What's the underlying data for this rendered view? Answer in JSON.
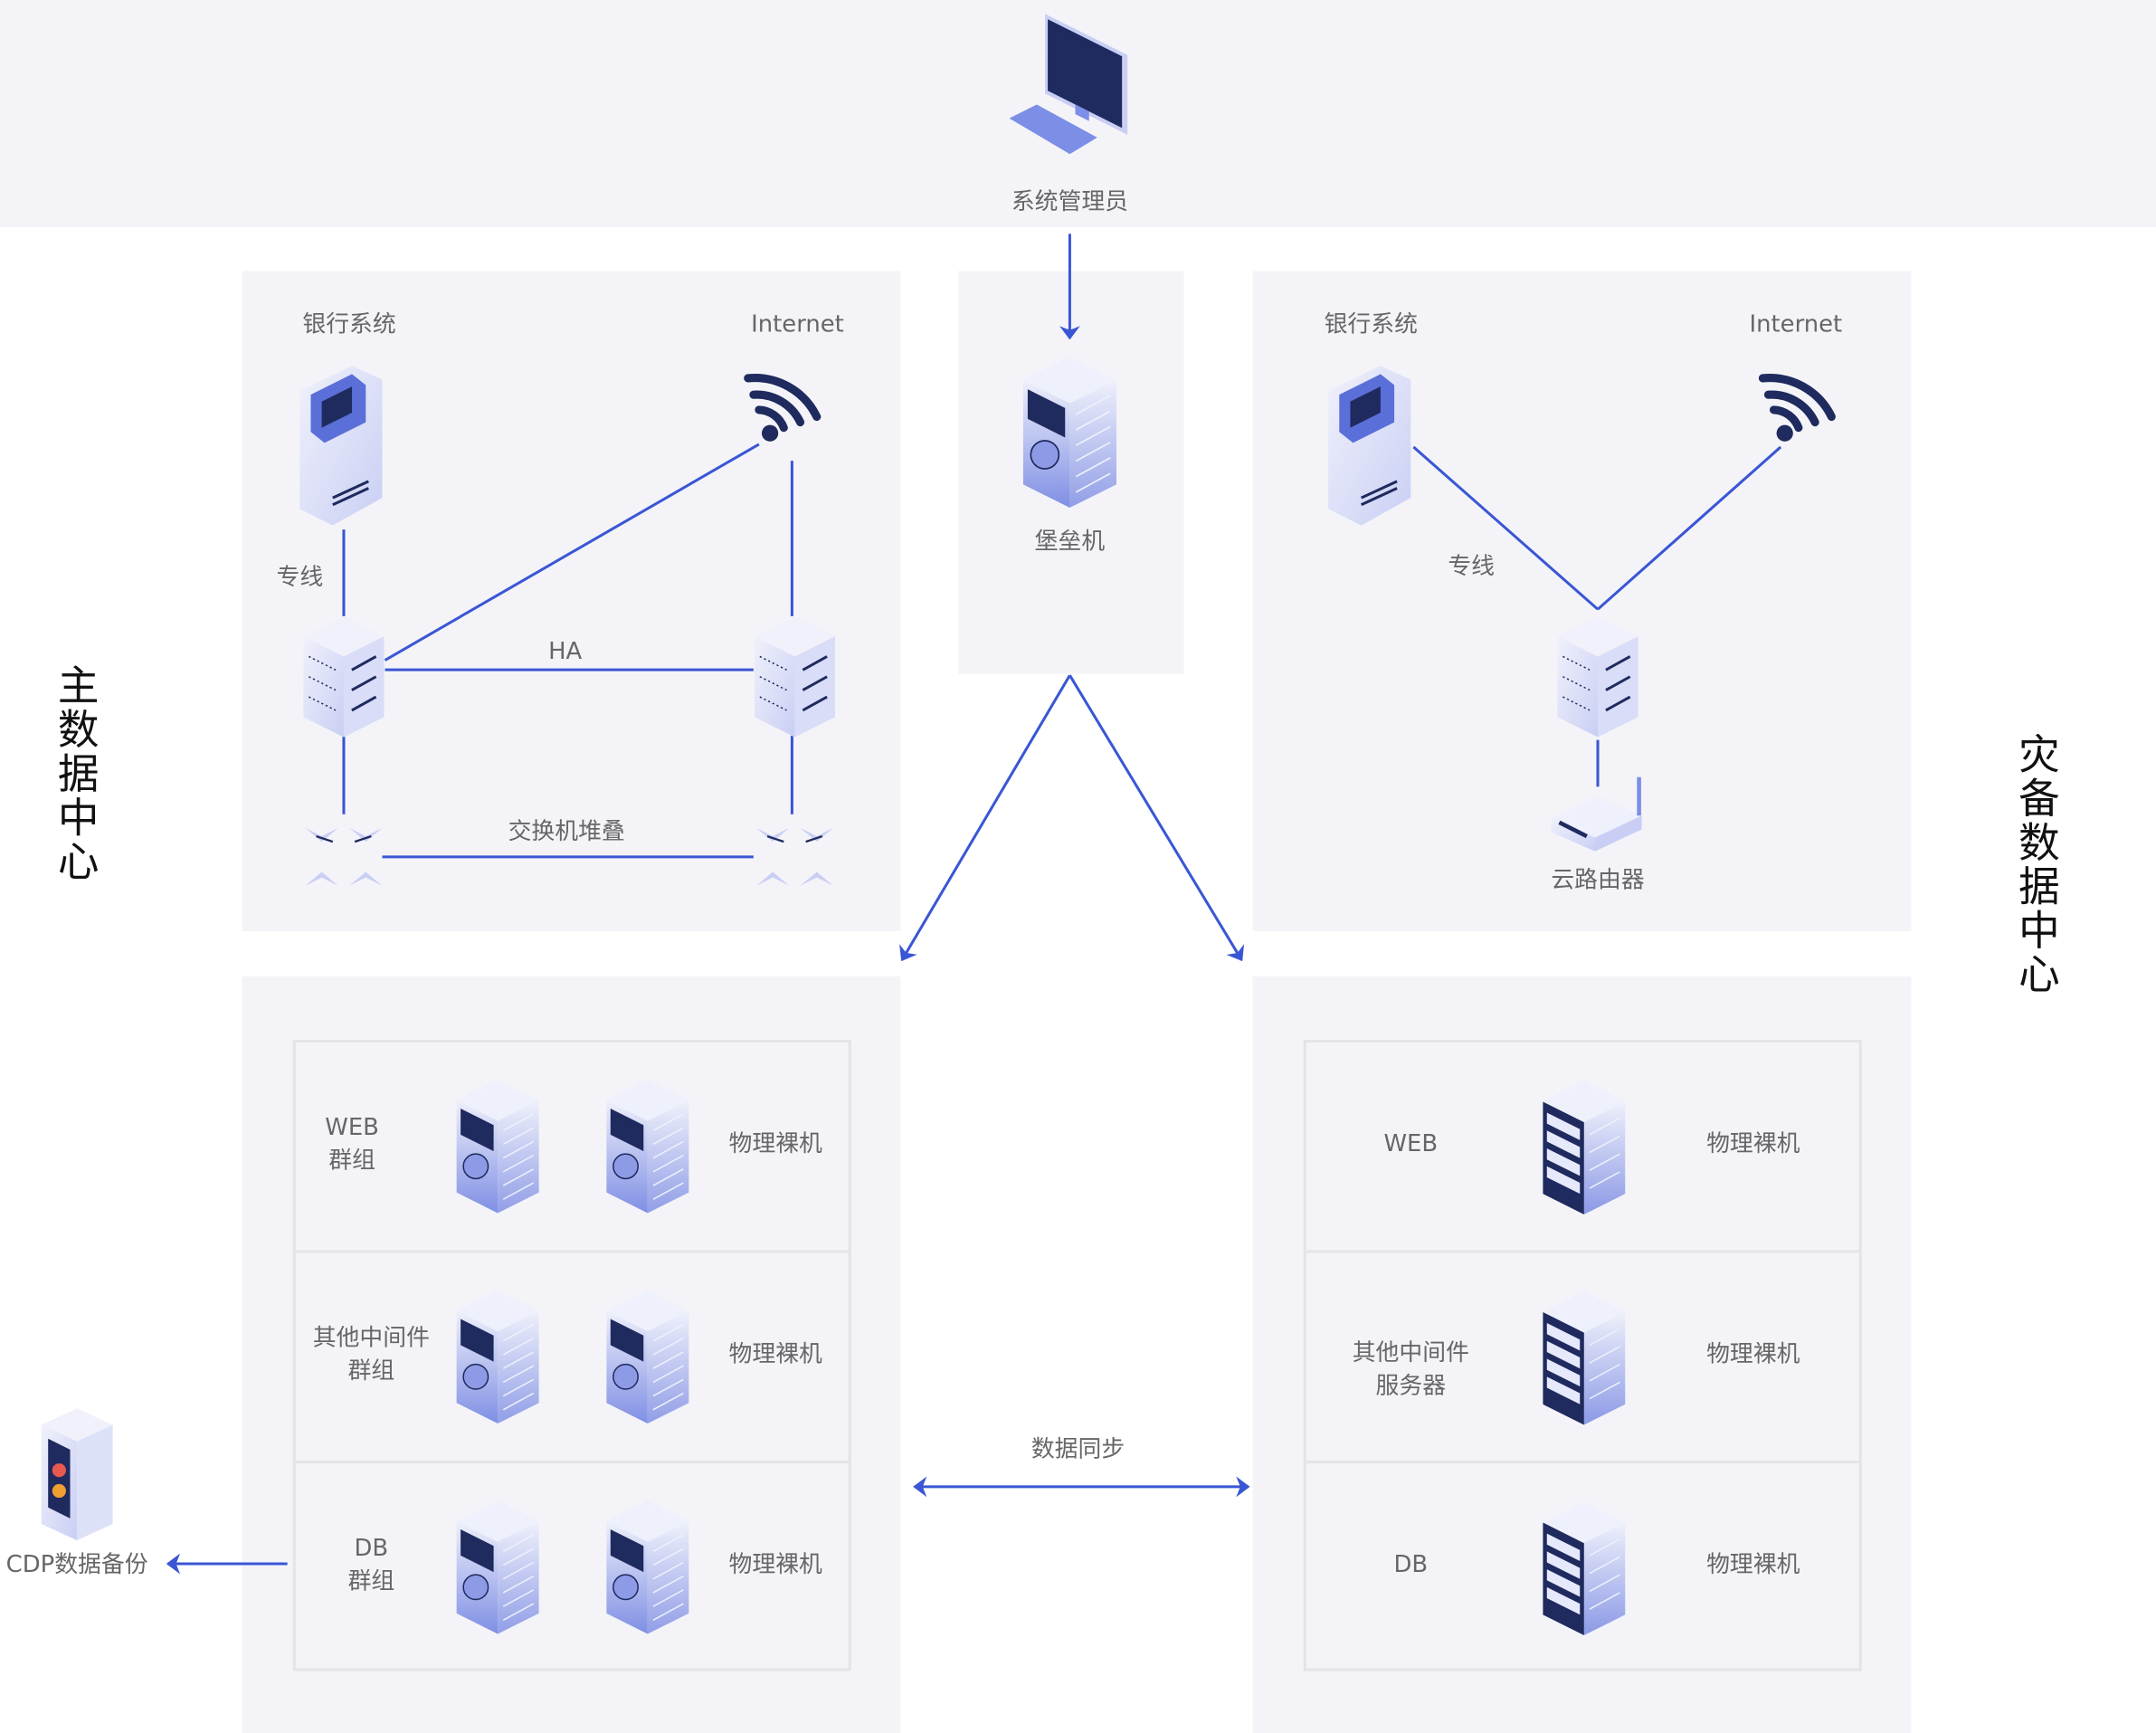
{
  "admin": {
    "label": "系统管理员",
    "icon": "computer-icon"
  },
  "bastion": {
    "label": "堡垒机",
    "icon": "server-rack-icon"
  },
  "main_dc": {
    "title": "主数据中心",
    "bank_label": "银行系统",
    "internet_label": "Internet",
    "leased_line_label": "专线",
    "ha_label": "HA",
    "switch_stack_label": "交换机堆叠",
    "groups": [
      {
        "name": "WEB\n群组",
        "line1": "WEB",
        "line2": "群组",
        "type": "物理裸机"
      },
      {
        "name": "其他中间件群组",
        "line1": "其他中间件",
        "line2": "群组",
        "type": "物理裸机"
      },
      {
        "name": "DB群组",
        "line1": "DB",
        "line2": "群组",
        "type": "物理裸机"
      }
    ]
  },
  "dr_dc": {
    "title": "灾备数据中心",
    "bank_label": "银行系统",
    "internet_label": "Internet",
    "leased_line_label": "专线",
    "router_label": "云路由器",
    "groups": [
      {
        "line1": "WEB",
        "line2": "",
        "type": "物理裸机"
      },
      {
        "line1": "其他中间件",
        "line2": "服务器",
        "type": "物理裸机"
      },
      {
        "line1": "DB",
        "line2": "",
        "type": "物理裸机"
      }
    ]
  },
  "sync_label": "数据同步",
  "cdp_label": "CDP数据备份",
  "colors": {
    "line": "#3a56d4",
    "panel": "#f4f4f8",
    "dark": "#1f2a5e",
    "accent": "#7c8ee6"
  }
}
